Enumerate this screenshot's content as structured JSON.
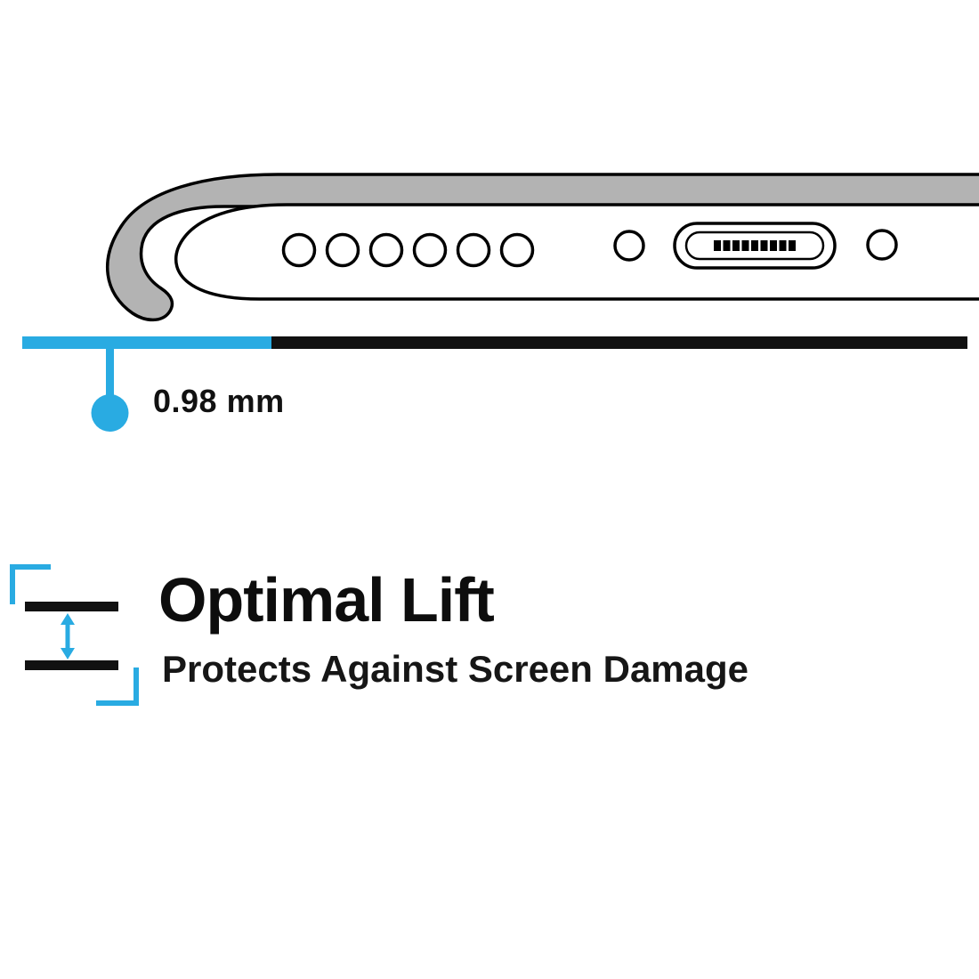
{
  "illustration": {
    "description": "side profile of phone bottom edge inside a case showing lift gap",
    "measurement_label": "0.98 mm"
  },
  "feature": {
    "title": "Optimal Lift",
    "subtitle": "Protects Against Screen Damage"
  },
  "icons": {
    "speaker_holes": "speaker-hole-icons",
    "charging_port": "charging-port-icon",
    "screw_holes": "screw-hole-icon",
    "lift_icon": "lift-gap-double-arrow-icon"
  },
  "colors": {
    "accent_cyan": "#29abe2",
    "case_gray": "#b3b3b3",
    "ink_black": "#111111"
  }
}
